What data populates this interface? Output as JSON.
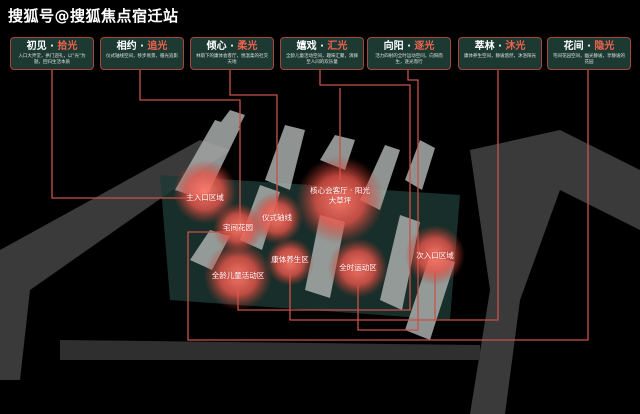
{
  "watermark": "搜狐号@搜狐焦点宿迁站",
  "colors": {
    "accent": "#f0614e",
    "card_bg": "#1d3a32",
    "line": "#c9524a"
  },
  "cards": [
    {
      "title_a": "初见",
      "title_b": "拾光",
      "desc": "入口大弄堂，拱门迎礼，以\"光\"为题，回归生活本质"
    },
    {
      "title_a": "相约",
      "title_b": "追光",
      "desc": "仪式轴线空间，移步易景，循光追影"
    },
    {
      "title_a": "倾心",
      "title_b": "柔光",
      "desc": "林荫下的康体会客厅，悦温柔的社交天地"
    },
    {
      "title_a": "嬉戏",
      "title_b": "汇光",
      "desc": "全龄儿童活动空间，趣味汇聚，演绎至人间的欢乐童"
    },
    {
      "title_a": "向阳",
      "title_b": "逐光",
      "desc": "活力四射的全时运动空间，向阳而生，逐光而行"
    },
    {
      "title_a": "萃林",
      "title_b": "沐光",
      "desc": "康体养生空间，静谧悠然，沐浴阳光"
    },
    {
      "title_a": "花间",
      "title_b": "隐光",
      "desc": "宅间花园空间，幽光静谧，享静谧的花园"
    }
  ],
  "hotspots": [
    {
      "label": "主入口区域"
    },
    {
      "label": "宅间花园"
    },
    {
      "label": "仪式轴线"
    },
    {
      "label": "核心会客厅 · 阳光\n大草坪"
    },
    {
      "label": "康体养生区"
    },
    {
      "label": "全龄儿童活动区"
    },
    {
      "label": "全时运动区"
    },
    {
      "label": "次入口区域"
    }
  ]
}
